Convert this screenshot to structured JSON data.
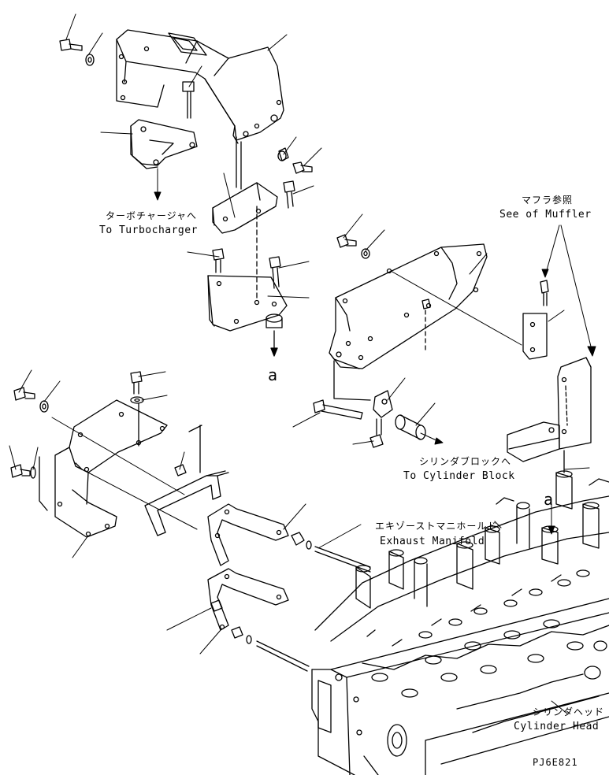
{
  "labels": {
    "turbo_jp": "ターボチャージャへ",
    "turbo_en": "To Turbocharger",
    "muffler_jp": "マフラ参照",
    "muffler_en": "See of Muffler",
    "block_jp": "シリンダブロックへ",
    "block_en": "To Cylinder Block",
    "manifold_jp": "エキゾーストマニホールド",
    "manifold_en": "Exhaust Manifold",
    "head_jp": "シリンダヘッド",
    "head_en": "Cylinder Head",
    "ref_a1": "a",
    "ref_a2": "a",
    "code": "PJ6E821"
  }
}
